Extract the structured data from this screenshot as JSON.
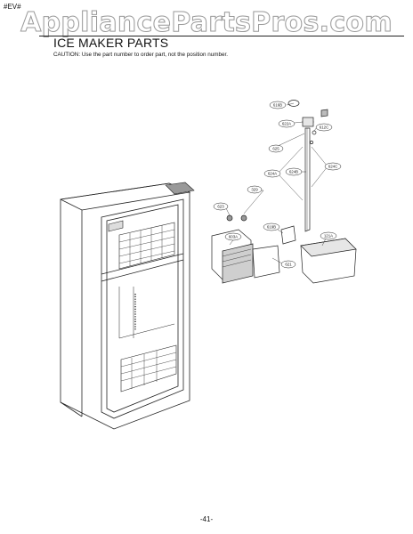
{
  "header": {
    "revision_mark": "#EV#",
    "watermark": "AppliancePartsPros.com"
  },
  "section": {
    "title": "ICE MAKER PARTS",
    "caution": "CAUTION: Use the part number to order part, not the position number."
  },
  "part_labels": {
    "p616": "616B",
    "p622a": "622A",
    "p612": "612C",
    "p625": "625",
    "p624a": "624A",
    "p624b": "624B",
    "p624c": "624C",
    "p329": "329",
    "p623": "623",
    "p619": "619B",
    "p603": "603A",
    "p121": "121A",
    "p621": "621"
  },
  "footer": {
    "page_number": "-41-"
  }
}
